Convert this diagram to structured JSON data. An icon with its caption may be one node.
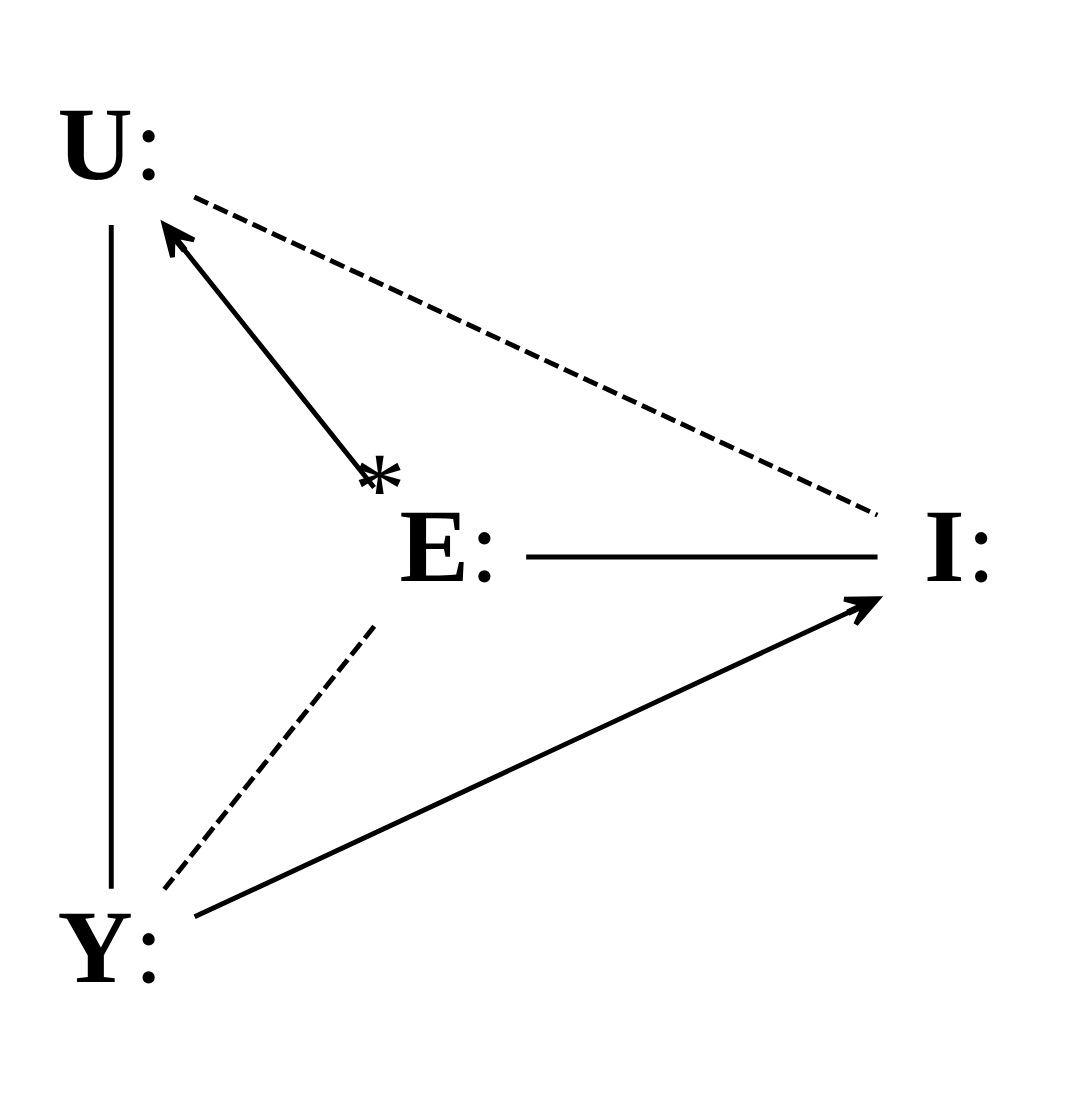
{
  "diagram": {
    "nodes": [
      {
        "text": [
          "**U**:"
        ]
      },
      {
        "text": [
          "$^{*}$**E**:"
        ]
      },
      {
        "text": [
          "**I**:"
        ]
      },
      {
        "text": [
          "**Y**:"
        ]
      }
    ],
    "edges": [
      {
        "from": 0,
        "to": 2,
        "arrow": "none",
        "style": "dashed"
      },
      {
        "from": 0,
        "to": 3,
        "arrow": "none"
      },
      {
        "from": 1,
        "to": 0,
        "arrow": "to"
      },
      {
        "from": 1,
        "to": 2,
        "arrow": "none"
      },
      {
        "from": 1,
        "to": 3,
        "arrow": "none",
        "style": "dashed"
      },
      {
        "from": 3,
        "to": 2,
        "arrow": "to"
      }
    ]
  }
}
